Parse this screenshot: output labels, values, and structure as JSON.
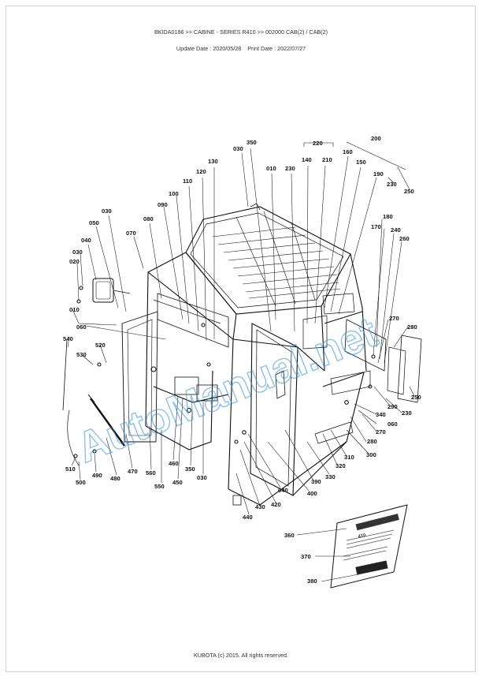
{
  "header": {
    "breadcrumb": "BKIDA0186 >> CABINE - SERIES R410 >> 002000  CAB(2) / CAB(2)",
    "update_date": "Update Date : 2020/05/28",
    "print_date": "Print Date : 2022/07/27"
  },
  "footer": {
    "copyright": "KUBOTA (c) 2015. All rights reserved."
  },
  "watermark": {
    "text": "AutoManual.net",
    "color": "#3aa0e8"
  },
  "diagram": {
    "callouts": {
      "c030a": "030",
      "c350": "350",
      "c220": "220",
      "c200": "200",
      "c160": "160",
      "c140": "140",
      "c210": "210",
      "c150": "150",
      "c190": "190",
      "c230a": "230",
      "c250a": "250",
      "c010a": "010",
      "c230b": "230",
      "c130": "130",
      "c120": "120",
      "c110": "110",
      "c100": "100",
      "c090": "090",
      "c080": "080",
      "c030b": "030",
      "c050": "050",
      "c070": "070",
      "c040a": "040",
      "c030c": "030",
      "c020": "020",
      "c010b": "010",
      "c060a": "060",
      "c180": "180",
      "c170": "170",
      "c240": "240",
      "c260": "260",
      "c270": "270",
      "c280a": "280",
      "c540": "540",
      "c530": "530",
      "c520": "520",
      "c250b": "250",
      "c290": "290",
      "c230c": "230",
      "c340": "340",
      "c060b": "060",
      "c270b": "270",
      "c280b": "280",
      "c300": "300",
      "c310": "310",
      "c320": "320",
      "c330": "330",
      "c390": "390",
      "c400": "400",
      "c040b": "040",
      "c420": "420",
      "c430": "430",
      "c440": "440",
      "c510": "510",
      "c500": "500",
      "c490": "490",
      "c480": "480",
      "c470": "470",
      "c560": "560",
      "c460": "460",
      "c450": "450",
      "c550": "550",
      "c350b": "350",
      "c030d": "030",
      "c360": "360",
      "c370": "370",
      "c380": "380"
    },
    "decal_text": "410"
  }
}
